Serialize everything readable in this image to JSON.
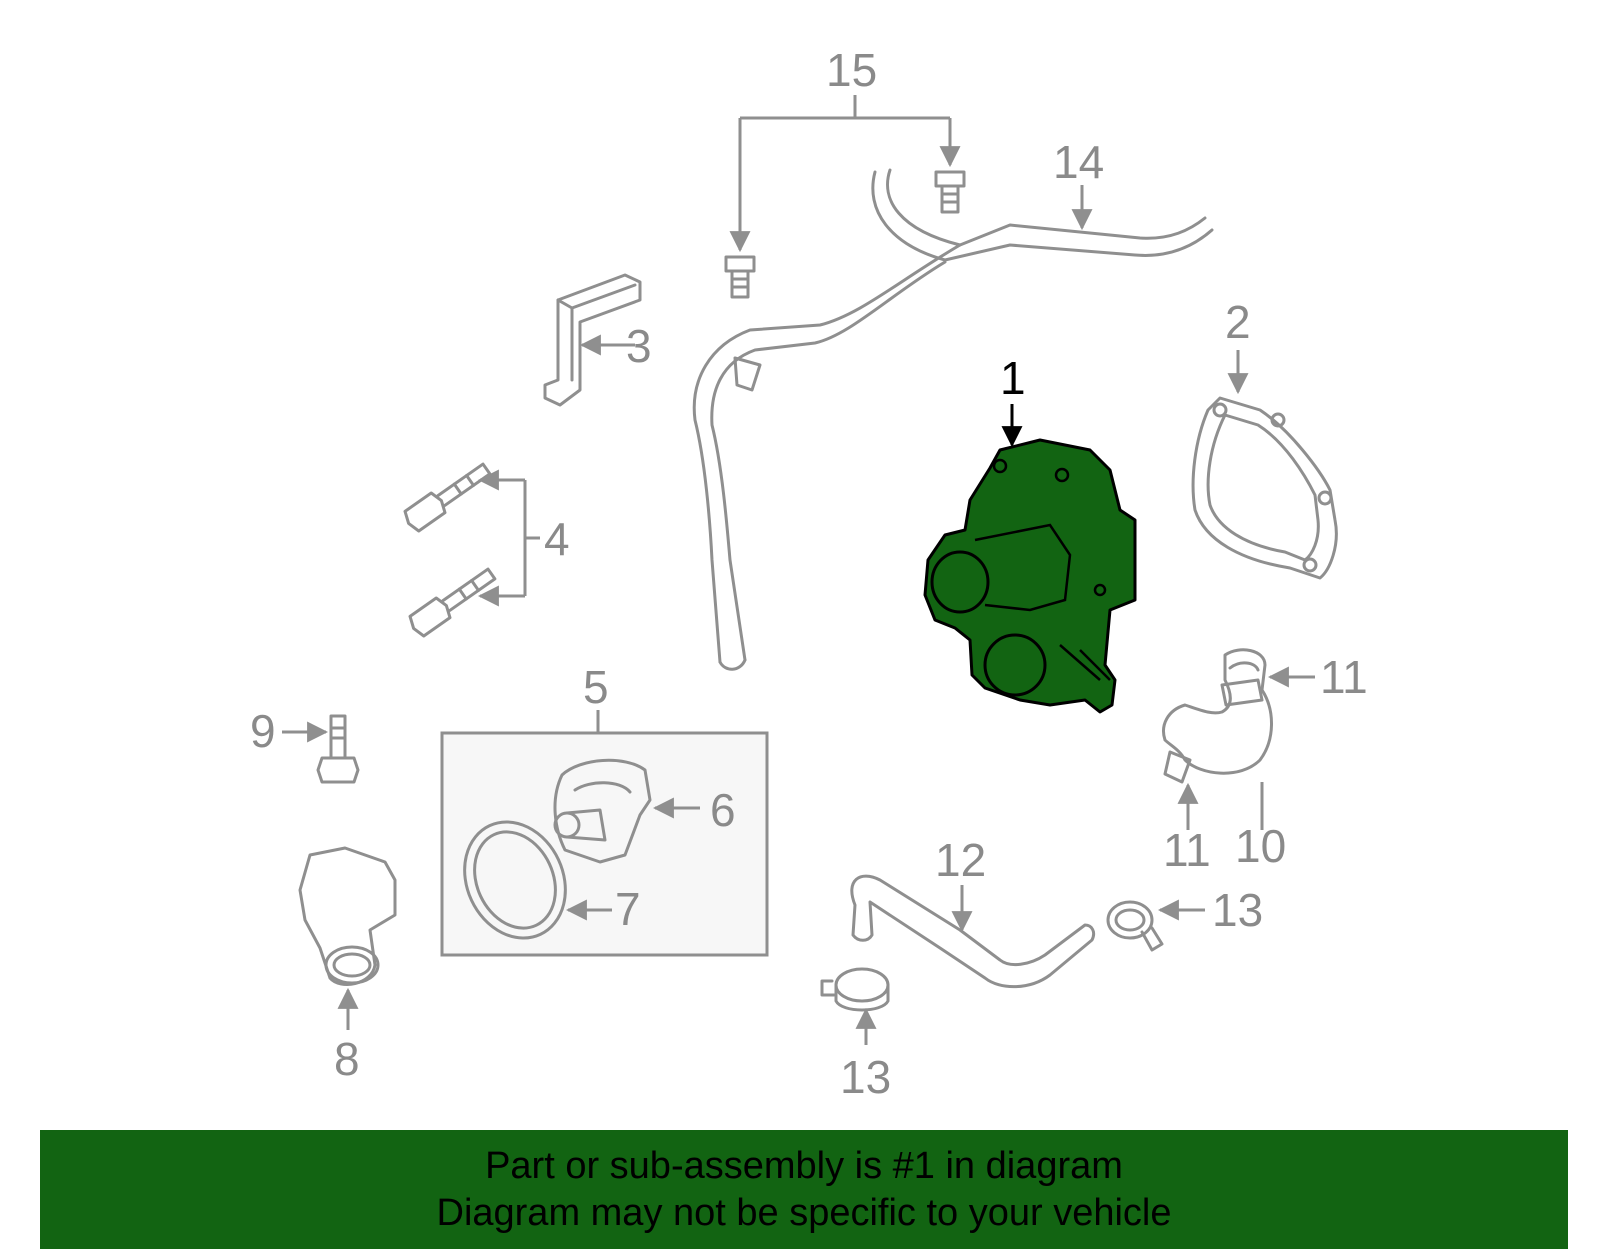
{
  "colors": {
    "highlight_fill": "#126412",
    "banner_bg": "#126412",
    "part_stroke": "#8f8f8f",
    "callout_text": "#8a8a8a",
    "primary_callout": "#000000",
    "assembly_box_bg": "#f7f7f7"
  },
  "callouts": {
    "c1": "1",
    "c2": "2",
    "c3": "3",
    "c4": "4",
    "c5": "5",
    "c6": "6",
    "c7": "7",
    "c8": "8",
    "c9": "9",
    "c10": "10",
    "c11a": "11",
    "c11b": "11",
    "c12": "12",
    "c13a": "13",
    "c13b": "13",
    "c14": "14",
    "c15": "15"
  },
  "banner": {
    "line1": "Part or sub-assembly is #1 in diagram",
    "line2": "Diagram may not be specific to your vehicle"
  }
}
